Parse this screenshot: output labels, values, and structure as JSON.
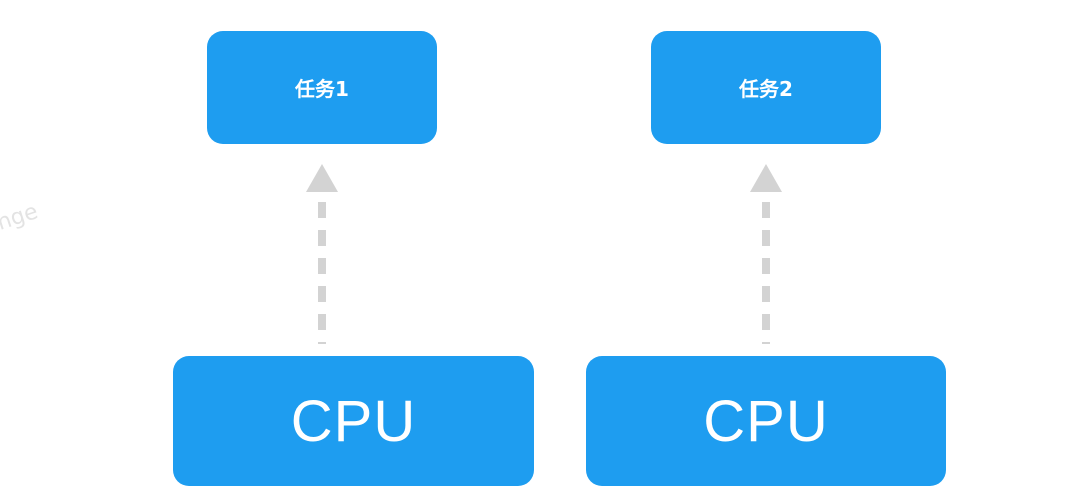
{
  "nodes": {
    "task1": {
      "label": "任务1"
    },
    "task2": {
      "label": "任务2"
    },
    "cpu1": {
      "label": "CPU"
    },
    "cpu2": {
      "label": "CPU"
    }
  },
  "edges": [
    {
      "from": "cpu1",
      "to": "task1",
      "style": "dashed-arrow"
    },
    {
      "from": "cpu2",
      "to": "task2",
      "style": "dashed-arrow"
    }
  ],
  "watermark": {
    "text": "nge"
  },
  "colors": {
    "box_fill": "#1e9df0",
    "box_text": "#ffffff",
    "arrow": "#d3d3d3"
  }
}
